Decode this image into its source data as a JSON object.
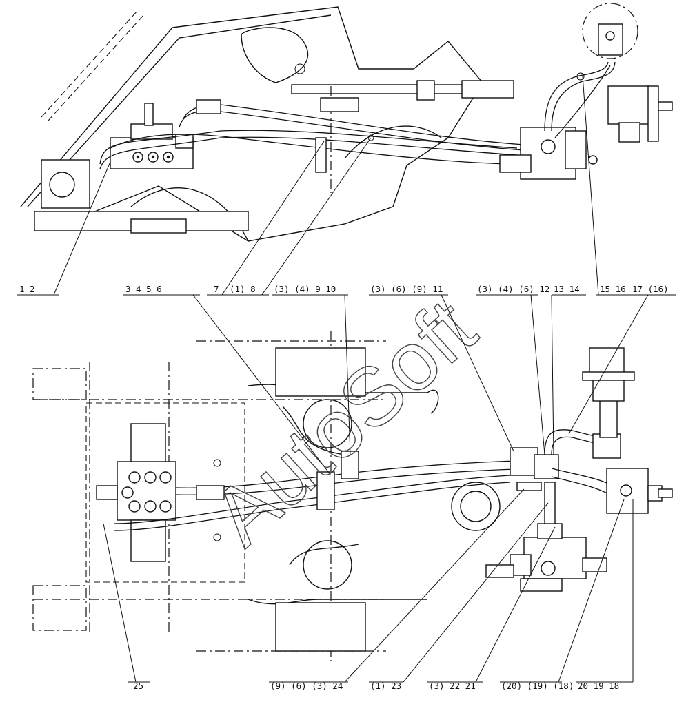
{
  "watermark": "AutoSoft",
  "callouts_top": {
    "c1": "1  2",
    "c2": "3  4  5  6",
    "c3": "7",
    "c4": "(1)  8",
    "c5": "(3) (4)  9  10",
    "c6": "(3) (6) (9)  11",
    "c7": "(3) (4) (6)  12",
    "c8": "13  14",
    "c9": "15  16",
    "c10": "17 (16)"
  },
  "callouts_bottom": {
    "c1": "25",
    "c2": "(9) (6) (3)  24",
    "c3": "(1)  23",
    "c4": "(3)  22  21",
    "c5": "(20) (19) (18)",
    "c6": "20  19  18"
  }
}
